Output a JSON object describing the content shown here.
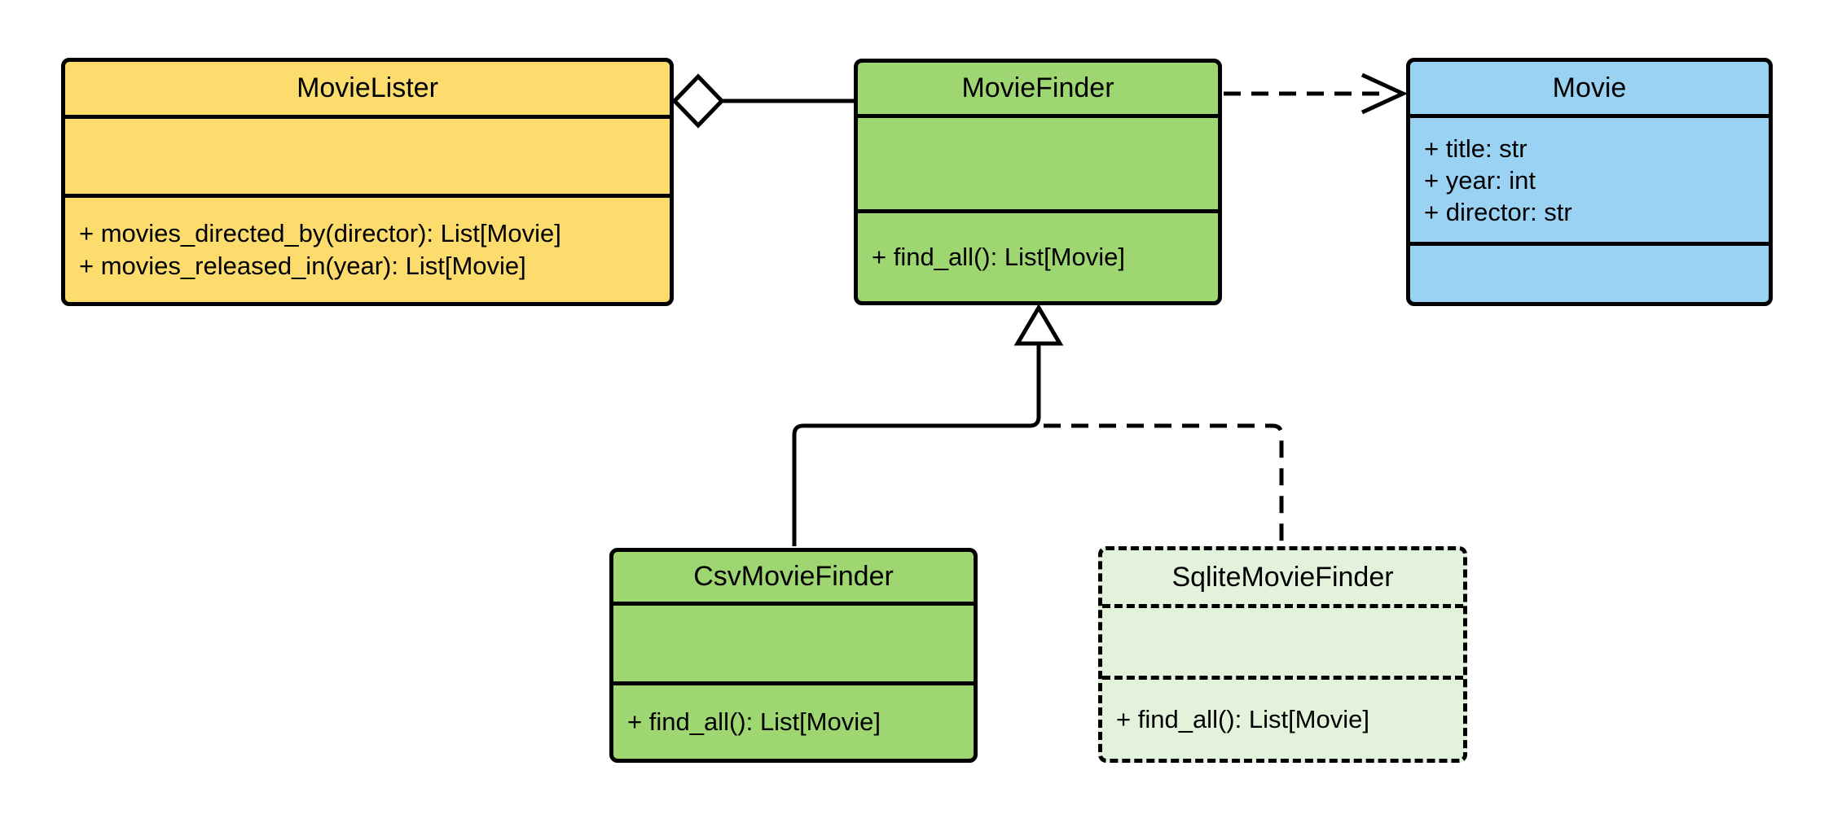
{
  "canvas": {
    "background_color": "#FFFFFF",
    "stroke_color": "#000000"
  },
  "classes": [
    {
      "name": "MovieLister",
      "fill_color": "#FCDC6C",
      "border_style": "solid",
      "attributes": [],
      "methods": [
        "+ movies_directed_by(director): List[Movie]",
        "+ movies_released_in(year): List[Movie]"
      ]
    },
    {
      "name": "MovieFinder",
      "fill_color": "#9ED772",
      "border_style": "solid",
      "attributes": [],
      "methods": [
        "+ find_all(): List[Movie]"
      ]
    },
    {
      "name": "Movie",
      "fill_color": "#99D2F2",
      "border_style": "solid",
      "attributes": [
        "+ title: str",
        "+ year: int",
        "+ director: str"
      ],
      "methods": []
    },
    {
      "name": "CsvMovieFinder",
      "fill_color": "#9ED772",
      "border_style": "solid",
      "attributes": [],
      "methods": [
        "+ find_all(): List[Movie]"
      ]
    },
    {
      "name": "SqliteMovieFinder",
      "fill_color": "#E3F2DB",
      "border_style": "dashed",
      "attributes": [],
      "methods": [
        "+ find_all(): List[Movie]"
      ]
    }
  ],
  "relationships": [
    {
      "type": "aggregation",
      "from": "MovieLister",
      "to": "MovieFinder",
      "line_style": "solid",
      "marker": "hollow-diamond-at-movielister"
    },
    {
      "type": "dependency",
      "from": "MovieFinder",
      "to": "Movie",
      "line_style": "dashed",
      "marker": "open-arrow-at-movie"
    },
    {
      "type": "inheritance",
      "from": "CsvMovieFinder",
      "to": "MovieFinder",
      "line_style": "solid",
      "marker": "hollow-triangle-at-moviefinder"
    },
    {
      "type": "realization",
      "from": "SqliteMovieFinder",
      "to": "MovieFinder",
      "line_style": "dashed",
      "marker": "hollow-triangle-at-moviefinder"
    }
  ]
}
